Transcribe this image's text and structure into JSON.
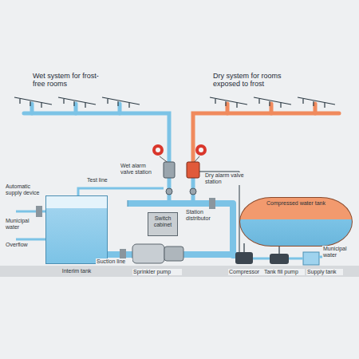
{
  "diagram": {
    "nodes": [
      {
        "text": [
          "Interim tank"
        ]
      },
      {
        "text": [
          "Switch cabinet"
        ]
      },
      {
        "text": [
          "Compressed water tank"
        ]
      }
    ],
    "labels": [
      "Wet system for frost-free rooms",
      "Dry system for rooms exposed to frost",
      "Test line",
      "Wet alarm valve station",
      "Dry alarm valve station",
      "Automatic supply device",
      "Municipal water",
      "Overflow",
      "Station distributor",
      "Suction line",
      "Sprinkler pump",
      "Compressor",
      "Tank fill pump",
      "Supply tank",
      "Municipal water"
    ]
  }
}
